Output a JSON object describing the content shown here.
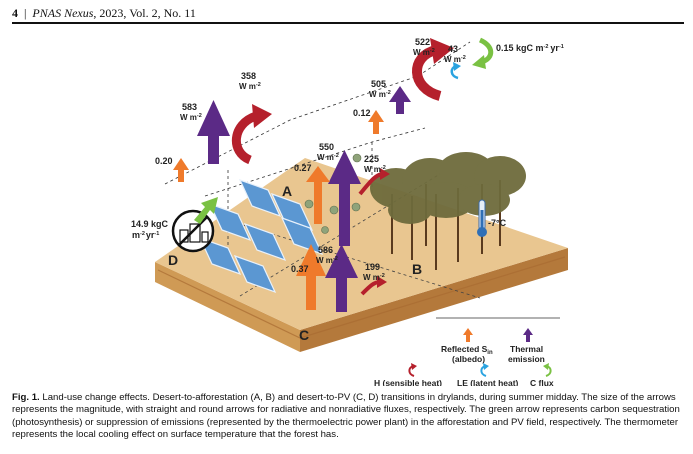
{
  "header": {
    "page_number": "4",
    "separator": "|",
    "journal": "PNAS Nexus",
    "citation": ", 2023, Vol. 2, No. 11"
  },
  "figure": {
    "site_labels": {
      "a": "A",
      "b": "B",
      "c": "C",
      "d": "D"
    },
    "values": {
      "a_thermal": "550",
      "a_albedo": "0.27",
      "a_sensible": "225",
      "b_thermal": "505",
      "b_albedo": "0.12",
      "b_sensible": "522",
      "b_latent": "43",
      "b_carbon": "0.15 kgC m",
      "c_thermal": "586",
      "c_albedo": "0.37",
      "c_sensible": "199",
      "d_thermal": "583",
      "d_albedo": "0.20",
      "d_sensible": "358",
      "d_carbon_line1": "14.9 kgC",
      "d_carbon_line2": "m",
      "temperature": "-7°C"
    },
    "units": {
      "flux": "W m",
      "flux_exp": "-2",
      "carbon_exp_m": "-2",
      "carbon_exp_yr": "yr",
      "carbon_exp_yr_pow": "-1"
    },
    "legend": {
      "albedo_line1": "Reflected S",
      "albedo_sub": "in",
      "albedo_line2": "(albedo)",
      "thermal_line1": "Thermal",
      "thermal_line2": "emission",
      "sensible": "H (sensible heat)",
      "latent": "LE (latent heat)",
      "carbon": "C flux"
    },
    "colors": {
      "albedo": "#ef7a2b",
      "thermal": "#5b2a86",
      "sensible": "#b5202c",
      "latent": "#2aa3e0",
      "carbon": "#7ac143",
      "soil_top": "#e9c690",
      "soil_side": "#cf9a55",
      "soil_dark": "#b4793b",
      "panel": "#5b97d2",
      "tree": "#6e6b3c"
    }
  },
  "caption": {
    "label": "Fig. 1.",
    "text": " Land-use change effects. Desert-to-afforestation (A, B) and desert-to-PV (C, D) transitions in drylands, during summer midday. The size of the arrows represents the magnitude, with straight and round arrows for radiative and nonradiative fluxes, respectively. The green arrow represents carbon sequestration (photosynthesis) or suppression of emissions (represented by the thermoelectric power plant) in the afforestation and PV field, respectively. The thermometer represents the local cooling effect on surface temperature that the forest has."
  }
}
